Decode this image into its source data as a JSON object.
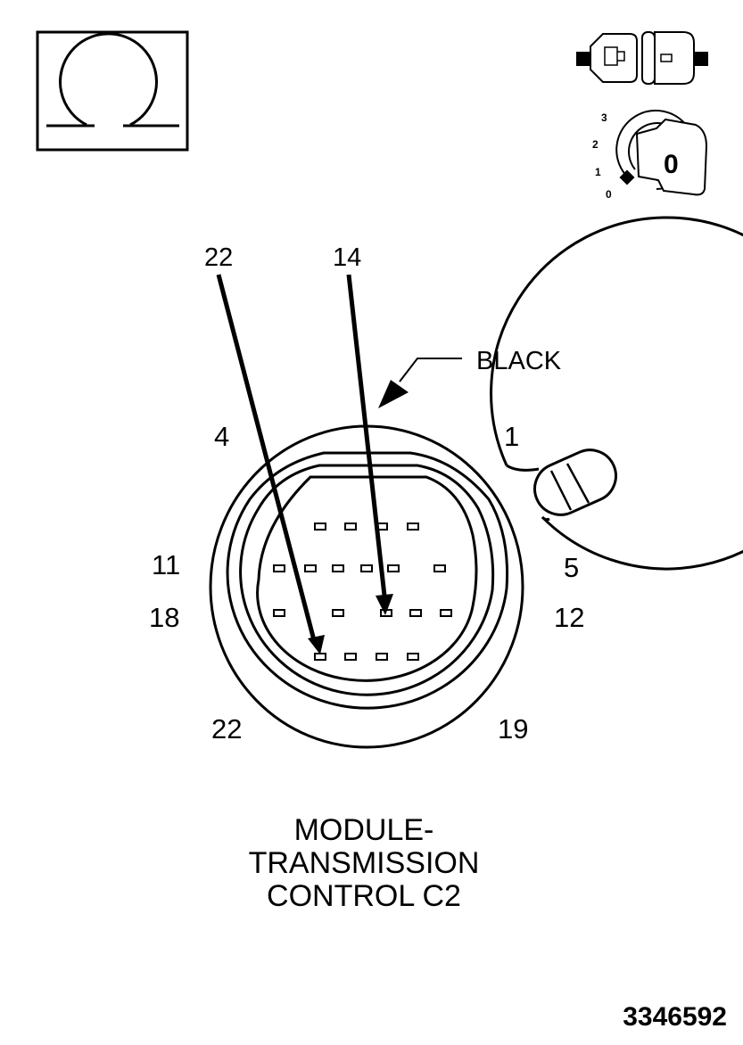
{
  "diagram": {
    "callouts": {
      "left_pin": "22",
      "center_pin": "14",
      "color_label": "BLACK"
    },
    "pin_numbers": {
      "p4": "4",
      "p1": "1",
      "p11": "11",
      "p5": "5",
      "p18": "18",
      "p12": "12",
      "p22": "22",
      "p19": "19"
    },
    "title": {
      "line1": "MODULE-",
      "line2": "TRANSMISSION",
      "line3": "CONTROL C2"
    },
    "figure_id": "3346592",
    "ignition_icon": {
      "positions": [
        "3",
        "2",
        "1",
        "0"
      ],
      "key_mark": "0"
    }
  }
}
